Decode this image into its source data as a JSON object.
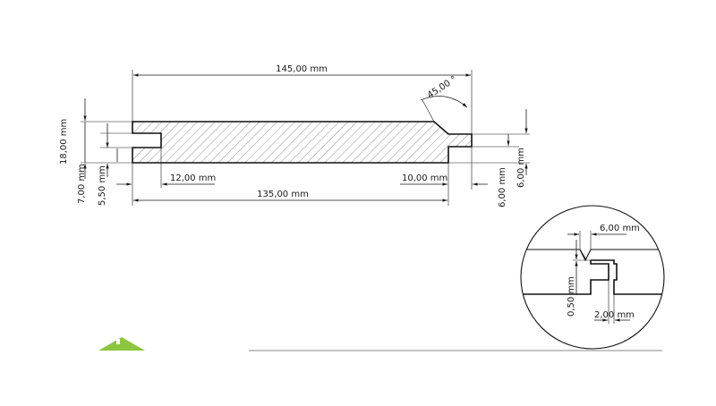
{
  "main_profile": {
    "overall_width": "145,00 mm",
    "bottom_face_width": "135,00 mm",
    "chamfer_angle": "45,00 °",
    "groove_depth": "12,00 mm",
    "tongue_length": "10,00 mm",
    "thickness": "18,00 mm",
    "groove_upper_wall": "7,00 mm",
    "groove_lower_wall": "5,50 mm",
    "tongue_upper_step": "6,00 mm",
    "tongue_lower_step": "6,00 mm"
  },
  "detail_view": {
    "chamfer_width": "6,00 mm",
    "joint_gap": "0,50 mm",
    "tongue_gap": "2,00 mm"
  },
  "colors": {
    "line": "#111111",
    "logo_green": "#8cc63f",
    "rule_line": "#888888"
  },
  "icons": {
    "logo": "house-roof-icon"
  }
}
